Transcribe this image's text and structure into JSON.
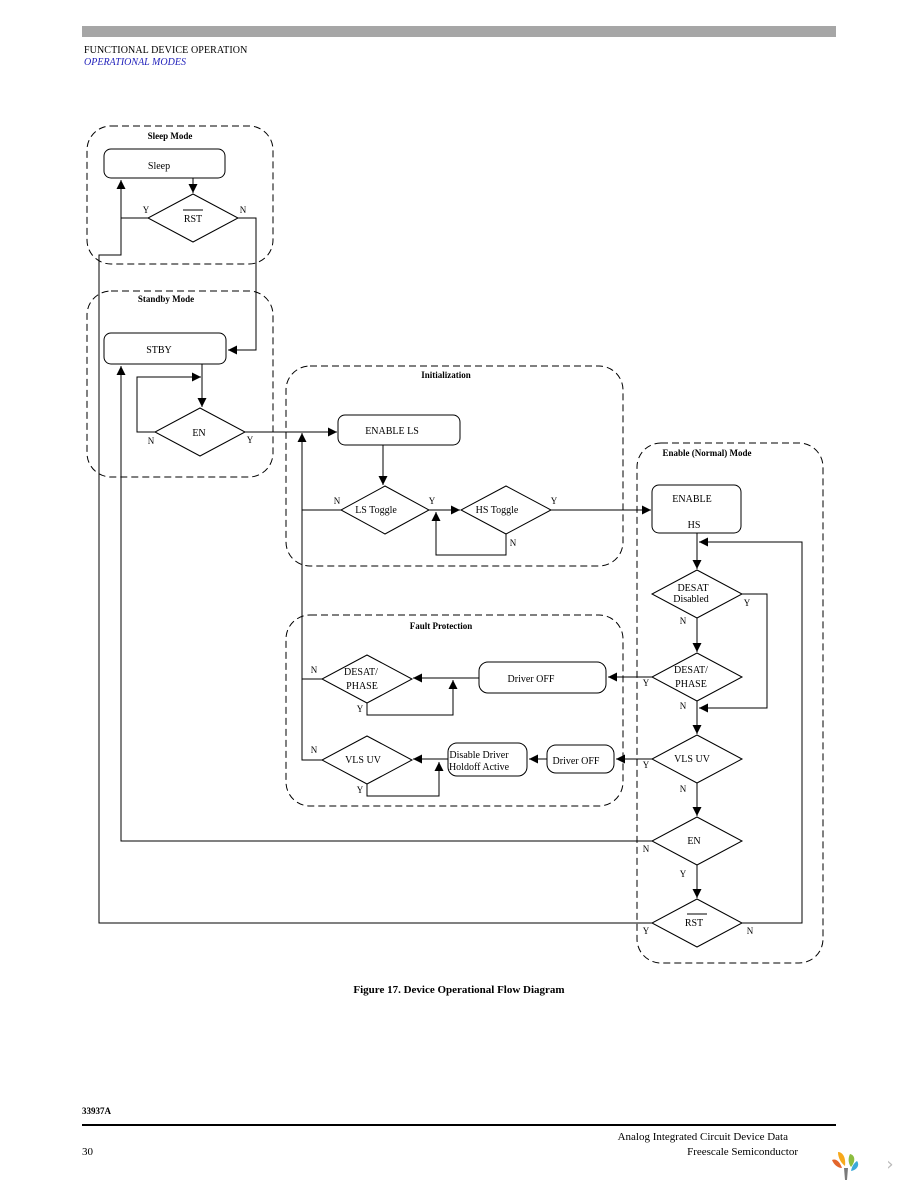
{
  "header": {
    "section": "FUNCTIONAL DEVICE OPERATION",
    "subsection": "OPERATIONAL MODES"
  },
  "diagram": {
    "groups": {
      "sleep": "Sleep Mode",
      "standby": "Standby Mode",
      "init": "Initialization",
      "fault": "Fault Protection",
      "enable": "Enable (Normal) Mode"
    },
    "nodes": {
      "sleep": "Sleep",
      "rst_top": "RST",
      "stby": "STBY",
      "en_standby": "EN",
      "enable_ls": "ENABLE LS",
      "ls_toggle": "LS Toggle",
      "hs_toggle": "HS Toggle",
      "enable_hs_line1": "ENABLE",
      "enable_hs_line2": "HS",
      "desat_disabled_line1": "DESAT",
      "desat_disabled_line2": "Disabled",
      "desat_phase_right_line1": "DESAT/",
      "desat_phase_right_line2": "PHASE",
      "driver_off_fault": "Driver OFF",
      "desat_phase_left_line1": "DESAT/",
      "desat_phase_left_line2": "PHASE",
      "vls_uv_right": "VLS UV",
      "driver_off_vls": "Driver OFF",
      "disable_driver_line1": "Disable Driver",
      "disable_driver_line2": "Holdoff Active",
      "vls_uv_left": "VLS UV",
      "en_normal": "EN",
      "rst_bottom": "RST"
    },
    "labels": {
      "rst_top_y": "Y",
      "rst_top_n": "N",
      "en_standby_n": "N",
      "en_standby_y": "Y",
      "ls_toggle_n": "N",
      "ls_toggle_y": "Y",
      "hs_toggle_y": "Y",
      "hs_toggle_n": "N",
      "desat_disabled_y": "Y",
      "desat_disabled_n": "N",
      "desat_phase_right_y": "Y",
      "desat_phase_right_n": "N",
      "desat_phase_left_n": "N",
      "desat_phase_left_y": "Y",
      "vls_uv_right_y": "Y",
      "vls_uv_right_n": "N",
      "vls_uv_left_n": "N",
      "vls_uv_left_y": "Y",
      "en_normal_n": "N",
      "en_normal_y": "Y",
      "rst_bottom_y": "Y",
      "rst_bottom_n": "N"
    }
  },
  "caption": "Figure 17. Device Operational Flow Diagram",
  "footer": {
    "part_number": "33937A",
    "page_number": "30",
    "doc_title": "Analog Integrated Circuit Device Data",
    "company": "Freescale Semiconductor"
  },
  "colors": {
    "header_bar": "#a6a6a6",
    "subsection_text": "#2222bb"
  },
  "icons": {
    "logo": "freescale-logo-icon",
    "next_page": "chevron-right-icon"
  }
}
